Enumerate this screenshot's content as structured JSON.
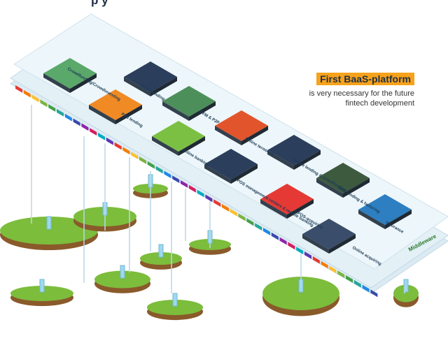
{
  "top_title": "p               y",
  "callout": {
    "title": "First BaaS-platform",
    "subtitle_line1": "is very necessary for the future",
    "subtitle_line2": "fintech development"
  },
  "modules": [
    {
      "name": "Crowdfunding/Crowdinvesting"
    },
    {
      "name": "Crowdlending"
    },
    {
      "name": "P2B lending"
    },
    {
      "name": "PFM & P2P"
    },
    {
      "name": "Online banking"
    },
    {
      "name": "Online terminals"
    },
    {
      "name": "POS management centers & remote banking"
    },
    {
      "name": "Online lending & crowdfunding"
    },
    {
      "name": "mPOS-acquiring"
    },
    {
      "name": "SME lending & factoring"
    },
    {
      "name": "Online acquiring"
    },
    {
      "name": "Insurance"
    }
  ],
  "layer_label": "Middleware",
  "colors": {
    "platform_top": "#e9f3f8",
    "platform_edge": "#cfe2ec",
    "grass": "#7cbd3c",
    "soil": "#8a5a2b",
    "tower": "#9fd8ee",
    "strip": [
      "#e53935",
      "#f57c00",
      "#fbc02d",
      "#7cb342",
      "#43a047",
      "#26a69a",
      "#1e88e5",
      "#3949ab",
      "#8e24aa",
      "#d81b60",
      "#00acc1",
      "#5e35b1"
    ]
  }
}
